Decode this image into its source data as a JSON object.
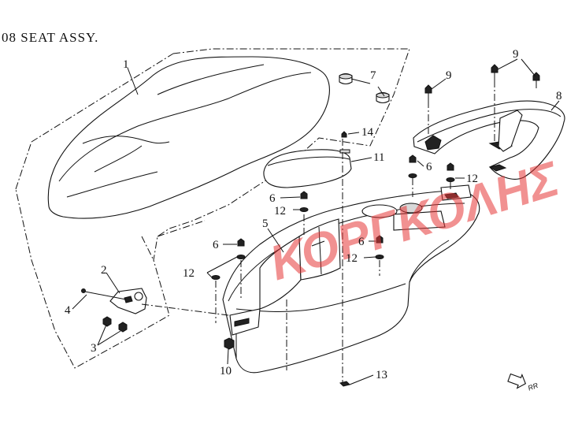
{
  "diagram": {
    "title": "08  SEAT ASSY.",
    "watermark": "ΚΟΡΓΚΟΛΗΣ Α.Ε.",
    "direction_label": "RR",
    "callouts": {
      "c1": "1",
      "c2": "2",
      "c3": "3",
      "c4": "4",
      "c5": "5",
      "c6a": "6",
      "c6b": "6",
      "c6c": "6",
      "c6d": "6",
      "c7": "7",
      "c8": "8",
      "c9a": "9",
      "c9b": "9",
      "c10": "10",
      "c11": "11",
      "c12a": "12",
      "c12b": "12",
      "c12c": "12",
      "c12d": "12",
      "c13": "13",
      "c14": "14"
    },
    "colors": {
      "line": "#111111",
      "watermark": "#e63838"
    }
  }
}
